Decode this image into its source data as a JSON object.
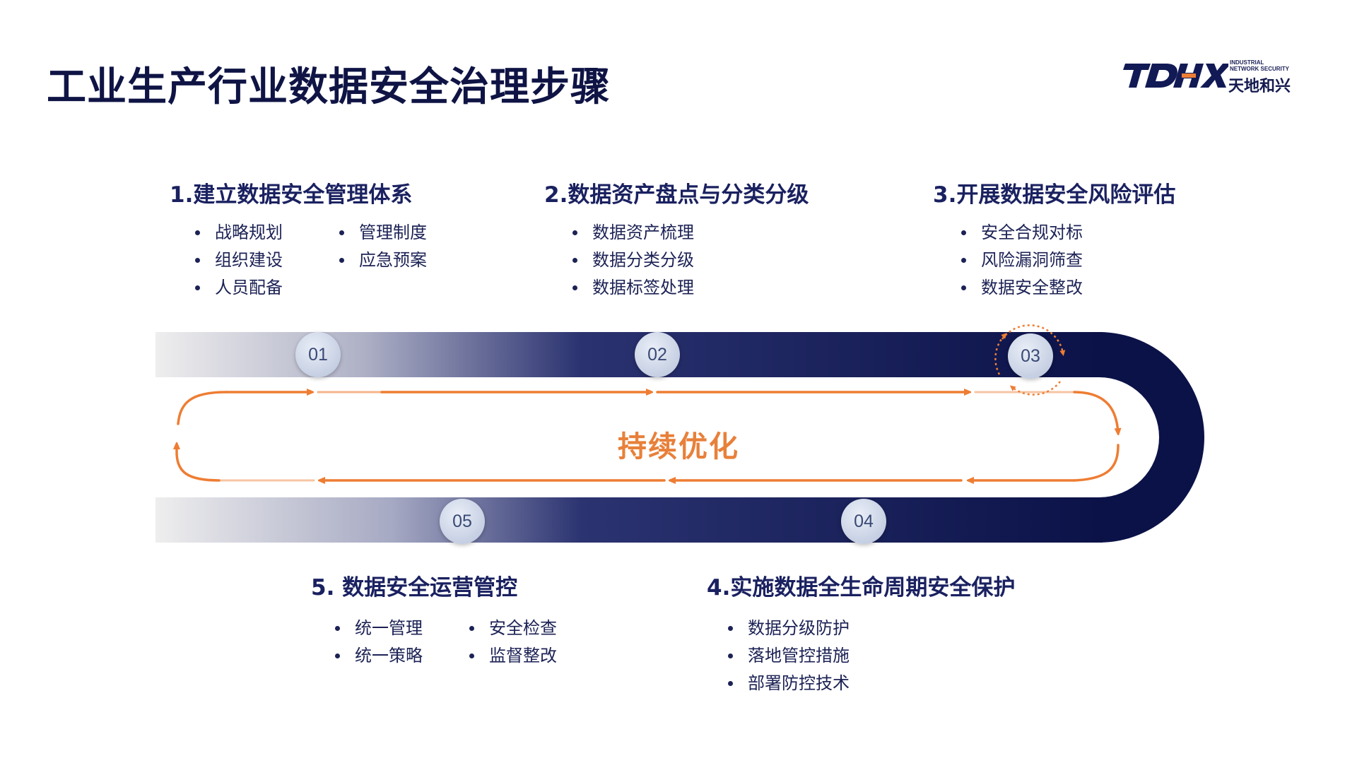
{
  "title": "工业生产行业数据安全治理步骤",
  "logo": {
    "mark": "TDHX",
    "subtitle_line1": "INDUSTRIAL",
    "subtitle_line2": "NETWORK SECURITY",
    "chinese": "天地和兴"
  },
  "steps": [
    {
      "number": "01",
      "title": "1.建立数据安全管理体系",
      "items": [
        "战略规划",
        "组织建设",
        "人员配备",
        "管理制度",
        "应急预案"
      ]
    },
    {
      "number": "02",
      "title": "2.数据资产盘点与分类分级",
      "items": [
        "数据资产梳理",
        "数据分类分级",
        "数据标签处理"
      ]
    },
    {
      "number": "03",
      "title": "3.开展数据安全风险评估",
      "items": [
        "安全合规对标",
        "风险漏洞筛查",
        "数据安全整改"
      ]
    },
    {
      "number": "04",
      "title": "4.实施数据全生命周期安全保护",
      "items": [
        "数据分级防护",
        "落地管控措施",
        "部署防控技术"
      ]
    },
    {
      "number": "05",
      "title": "5. 数据安全运营管控",
      "items": [
        "统一管理",
        "统一策略",
        "安全检查",
        "监督整改"
      ]
    }
  ],
  "center_label": "持续优化",
  "colors": {
    "navy": "#0b1248",
    "orange": "#ee7d33",
    "title": "#0f1445"
  }
}
